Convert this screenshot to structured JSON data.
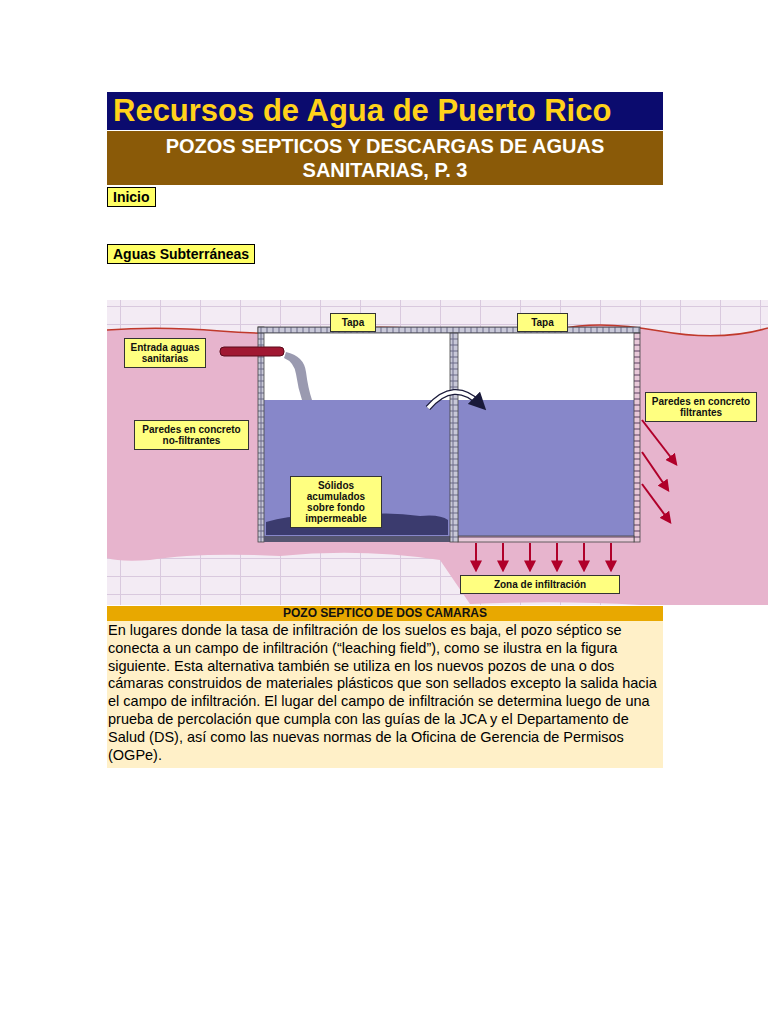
{
  "diagram": {
    "title": "Recursos de Agua de Puerto Rico",
    "nodes": [
      {
        "text": [
          "POZOS SEPTICOS Y DESCARGAS DE AGUAS SANITARIAS, P. 3"
        ]
      },
      {
        "text": [
          "Inicio"
        ]
      },
      {
        "text": [
          "Aguas Subterráneas"
        ]
      },
      {
        "text": [
          "Tapa"
        ]
      },
      {
        "text": [
          "Tapa"
        ]
      },
      {
        "text": [
          "Entrada aguas sanitarias"
        ]
      },
      {
        "text": [
          "Paredes en concreto filtrantes"
        ]
      },
      {
        "text": [
          "Paredes en concreto no-filtrantes"
        ]
      },
      {
        "text": [
          "Sólidos acumulados sobre fondo impermeable"
        ]
      },
      {
        "text": [
          "Zona de infiltración"
        ]
      },
      {
        "text": [
          "POZO SEPTICO DE DOS CAMARAS",
          "En lugares donde la tasa de infiltración de los suelos es baja, el pozo séptico se conecta a un campo de infiltración (“leaching field”), como se ilustra en la figura siguiente. Esta alternativa también se utiliza en los nuevos pozos de una o dos cámaras construidos de materiales plásticos que son sellados excepto la salida hacia el campo de infiltración. El lugar del campo de infiltración se determina luego de una prueba de percolación que cumpla con las guías de la JCA y el Departamento de Salud (DS), así como las nuevas normas de la Oficina de Gerencia de Permisos (OGPe)."
        ]
      }
    ]
  }
}
